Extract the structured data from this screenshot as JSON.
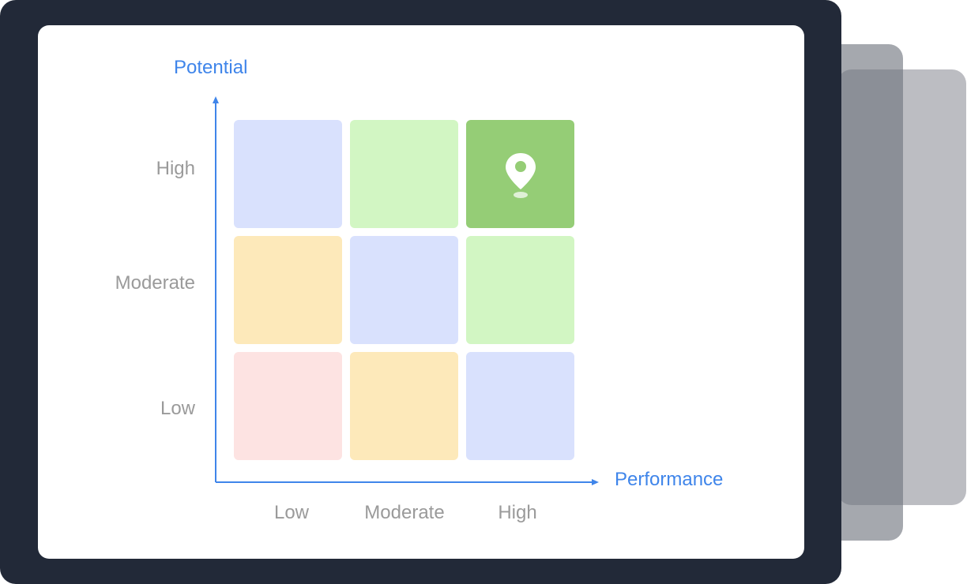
{
  "y_axis": {
    "title": "Potential",
    "ticks": [
      "High",
      "Moderate",
      "Low"
    ]
  },
  "x_axis": {
    "title": "Performance",
    "ticks": [
      "Low",
      "Moderate",
      "High"
    ]
  },
  "grid": {
    "rows": [
      {
        "potential": "High",
        "cells": [
          {
            "performance": "Low",
            "color": "#d9e1fd"
          },
          {
            "performance": "Moderate",
            "color": "#d2f6c3"
          },
          {
            "performance": "High",
            "color": "#95cd76",
            "selected": true,
            "icon": "location-pin-icon"
          }
        ]
      },
      {
        "potential": "Moderate",
        "cells": [
          {
            "performance": "Low",
            "color": "#fde9ba"
          },
          {
            "performance": "Moderate",
            "color": "#d9e1fd"
          },
          {
            "performance": "High",
            "color": "#d2f6c3"
          }
        ]
      },
      {
        "potential": "Low",
        "cells": [
          {
            "performance": "Low",
            "color": "#fde3e2"
          },
          {
            "performance": "Moderate",
            "color": "#fde9ba"
          },
          {
            "performance": "High",
            "color": "#d9e1fd"
          }
        ]
      }
    ]
  },
  "colors": {
    "axis": "#3f85ea",
    "tick_text": "#9a9a9a",
    "device_frame": "#222938"
  }
}
